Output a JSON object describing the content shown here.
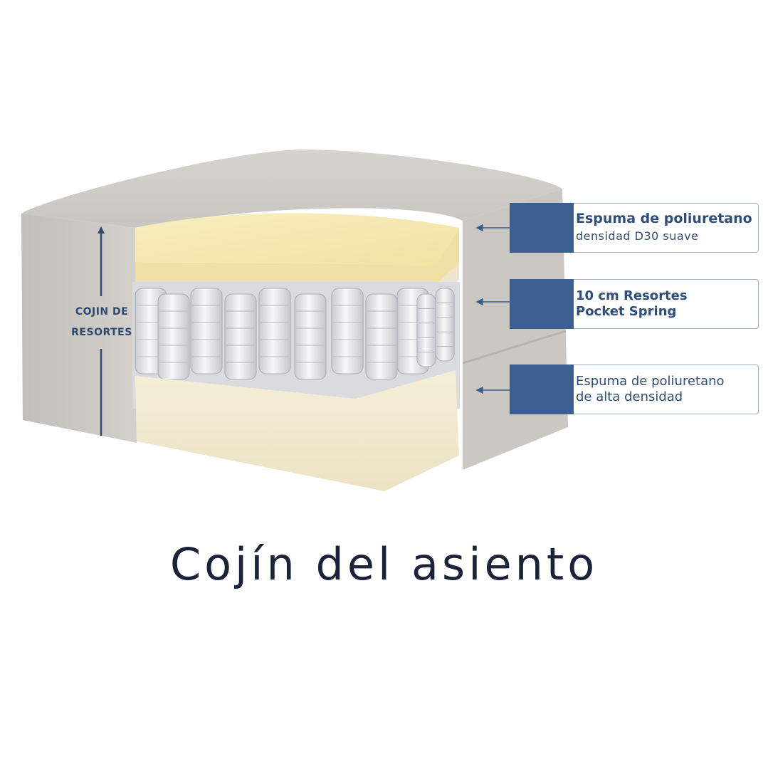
{
  "product": {
    "side_label_line1": "COJIN DE",
    "side_label_line2": "RESORTES",
    "caption": "Cojín del asiento"
  },
  "callouts": [
    {
      "line1": "Espuma de poliuretano",
      "line2": "densidad D30 suave"
    },
    {
      "line1": "10 cm Resortes",
      "line2": "Pocket Spring"
    },
    {
      "line1": "Espuma de poliuretano",
      "line2": "de alta densidad"
    }
  ],
  "colors": {
    "fabric": "#cfccc8",
    "comfort_foam": "#f6eab2",
    "base_foam": "#f2ead2",
    "springs": "#e9ebee",
    "label_blue": "#2f4e7a",
    "callout_tab": "#3d5f8f",
    "caption": "#1c2238"
  }
}
